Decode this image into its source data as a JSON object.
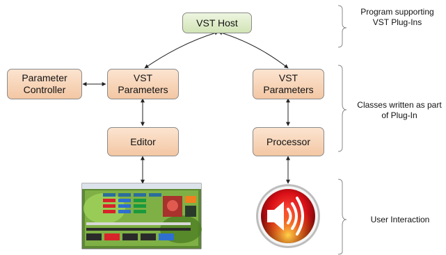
{
  "nodes": {
    "vst_host": "VST Host",
    "parameter_controller": "Parameter Controller",
    "vst_parameters_left": "VST Parameters",
    "vst_parameters_right": "VST Parameters",
    "editor": "Editor",
    "processor": "Processor"
  },
  "annotations": {
    "program": "Program supporting VST Plug-Ins",
    "classes": "Classes written as part of Plug-In",
    "user_interaction": "User Interaction"
  },
  "icons": {
    "speaker": "speaker-icon",
    "editor_window": "plugin-editor-screenshot"
  },
  "colors": {
    "class_box": "#f3c7a4",
    "host_box": "#d2e4b6",
    "speaker_red": "#e8161c"
  }
}
